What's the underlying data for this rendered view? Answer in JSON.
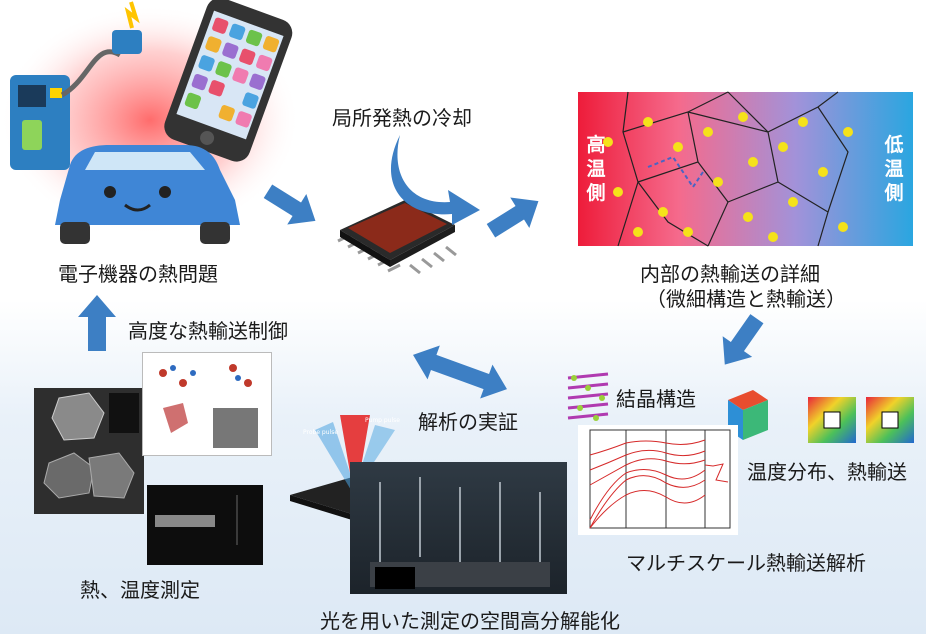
{
  "labels": {
    "electronics": "電子機器の熱問題",
    "local_cooling": "局所発熱の冷却",
    "internal_transport_1": "内部の熱輸送の詳細",
    "internal_transport_2": "（微細構造と熱輸送）",
    "advanced_control": "高度な熱輸送制御",
    "validation": "解析の実証",
    "crystal": "結晶構造",
    "temp_dist": "温度分布、熱輸送",
    "multiscale": "マルチスケール熱輸送解析",
    "measure": "熱、温度測定",
    "optical": "光を用いた測定の空間高分解能化"
  },
  "hot_side": [
    "高",
    "温",
    "側"
  ],
  "cold_side": [
    "低",
    "温",
    "側"
  ],
  "pulse_labels": {
    "probe": "Probe pulse",
    "pump": "Pump pulse"
  },
  "colors": {
    "arrow": "#3d7fc4",
    "hot": "#e8203a",
    "cold": "#2aa6e0",
    "chip": "#8b2a1a",
    "dot": "#f5e21a"
  }
}
